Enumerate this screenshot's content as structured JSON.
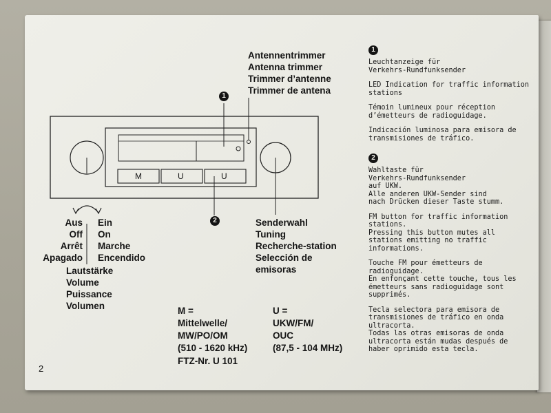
{
  "antenna_label": [
    "Antennentrimmer",
    "Antenna trimmer",
    "Trimmer d’antenne",
    "Trimmer de antena"
  ],
  "marker1": "1",
  "marker2": "2",
  "buttons": {
    "m": "M",
    "u1": "U",
    "u2": "U"
  },
  "power_off": [
    "Aus",
    "Off",
    "Arrêt",
    "Apagado"
  ],
  "power_on": [
    "Ein",
    "On",
    "Marche",
    "Encendido"
  ],
  "volume": [
    "Lautstärke",
    "Volume",
    "Puissance",
    "Volumen"
  ],
  "tuning": [
    "Senderwahl",
    "Tuning",
    "Recherche-station",
    "Selección de",
    "emisoras"
  ],
  "legend_m": {
    "symbol": "M =",
    "lines": [
      "Mittelwelle/",
      "MW/PO/OM",
      "(510 - 1620 kHz)"
    ]
  },
  "legend_u": {
    "symbol": "U =",
    "lines": [
      "UKW/FM/",
      "OUC",
      "(87,5 - 104 MHz)"
    ]
  },
  "ftz": "FTZ-Nr. U 101",
  "page_number": "2",
  "section1": {
    "marker": "1",
    "de": [
      "Leuchtanzeige für",
      "Verkehrs-Rundfunksender"
    ],
    "en": [
      "LED Indication for traffic information",
      "stations"
    ],
    "fr": [
      "Témoin lumineux pour réception",
      "d’émetteurs de radioguidage."
    ],
    "es": [
      "Indicación luminosa para emisora de",
      "transmisiones de tráfico."
    ]
  },
  "section2": {
    "marker": "2",
    "de": [
      "Wahltaste für",
      "Verkehrs-Rundfunksender",
      "auf UKW.",
      "Alle anderen UKW-Sender sind",
      "nach Drücken dieser Taste stumm."
    ],
    "en": [
      "FM button for traffic information",
      "stations.",
      "Pressing this button mutes all",
      "stations emitting no traffic",
      "informations."
    ],
    "fr": [
      "Touche FM pour émetteurs de",
      "radioguidage.",
      "En enfonçant cette touche, tous les",
      "émetteurs sans radioguidage sont",
      "supprimés."
    ],
    "es": [
      "Tecla selectora para emisora de",
      "transmisiones de tráfico en onda",
      "ultracorta.",
      "Todas las otras emisoras de onda",
      "ultracorta están mudas después de",
      "haber oprimido esta tecla."
    ]
  }
}
